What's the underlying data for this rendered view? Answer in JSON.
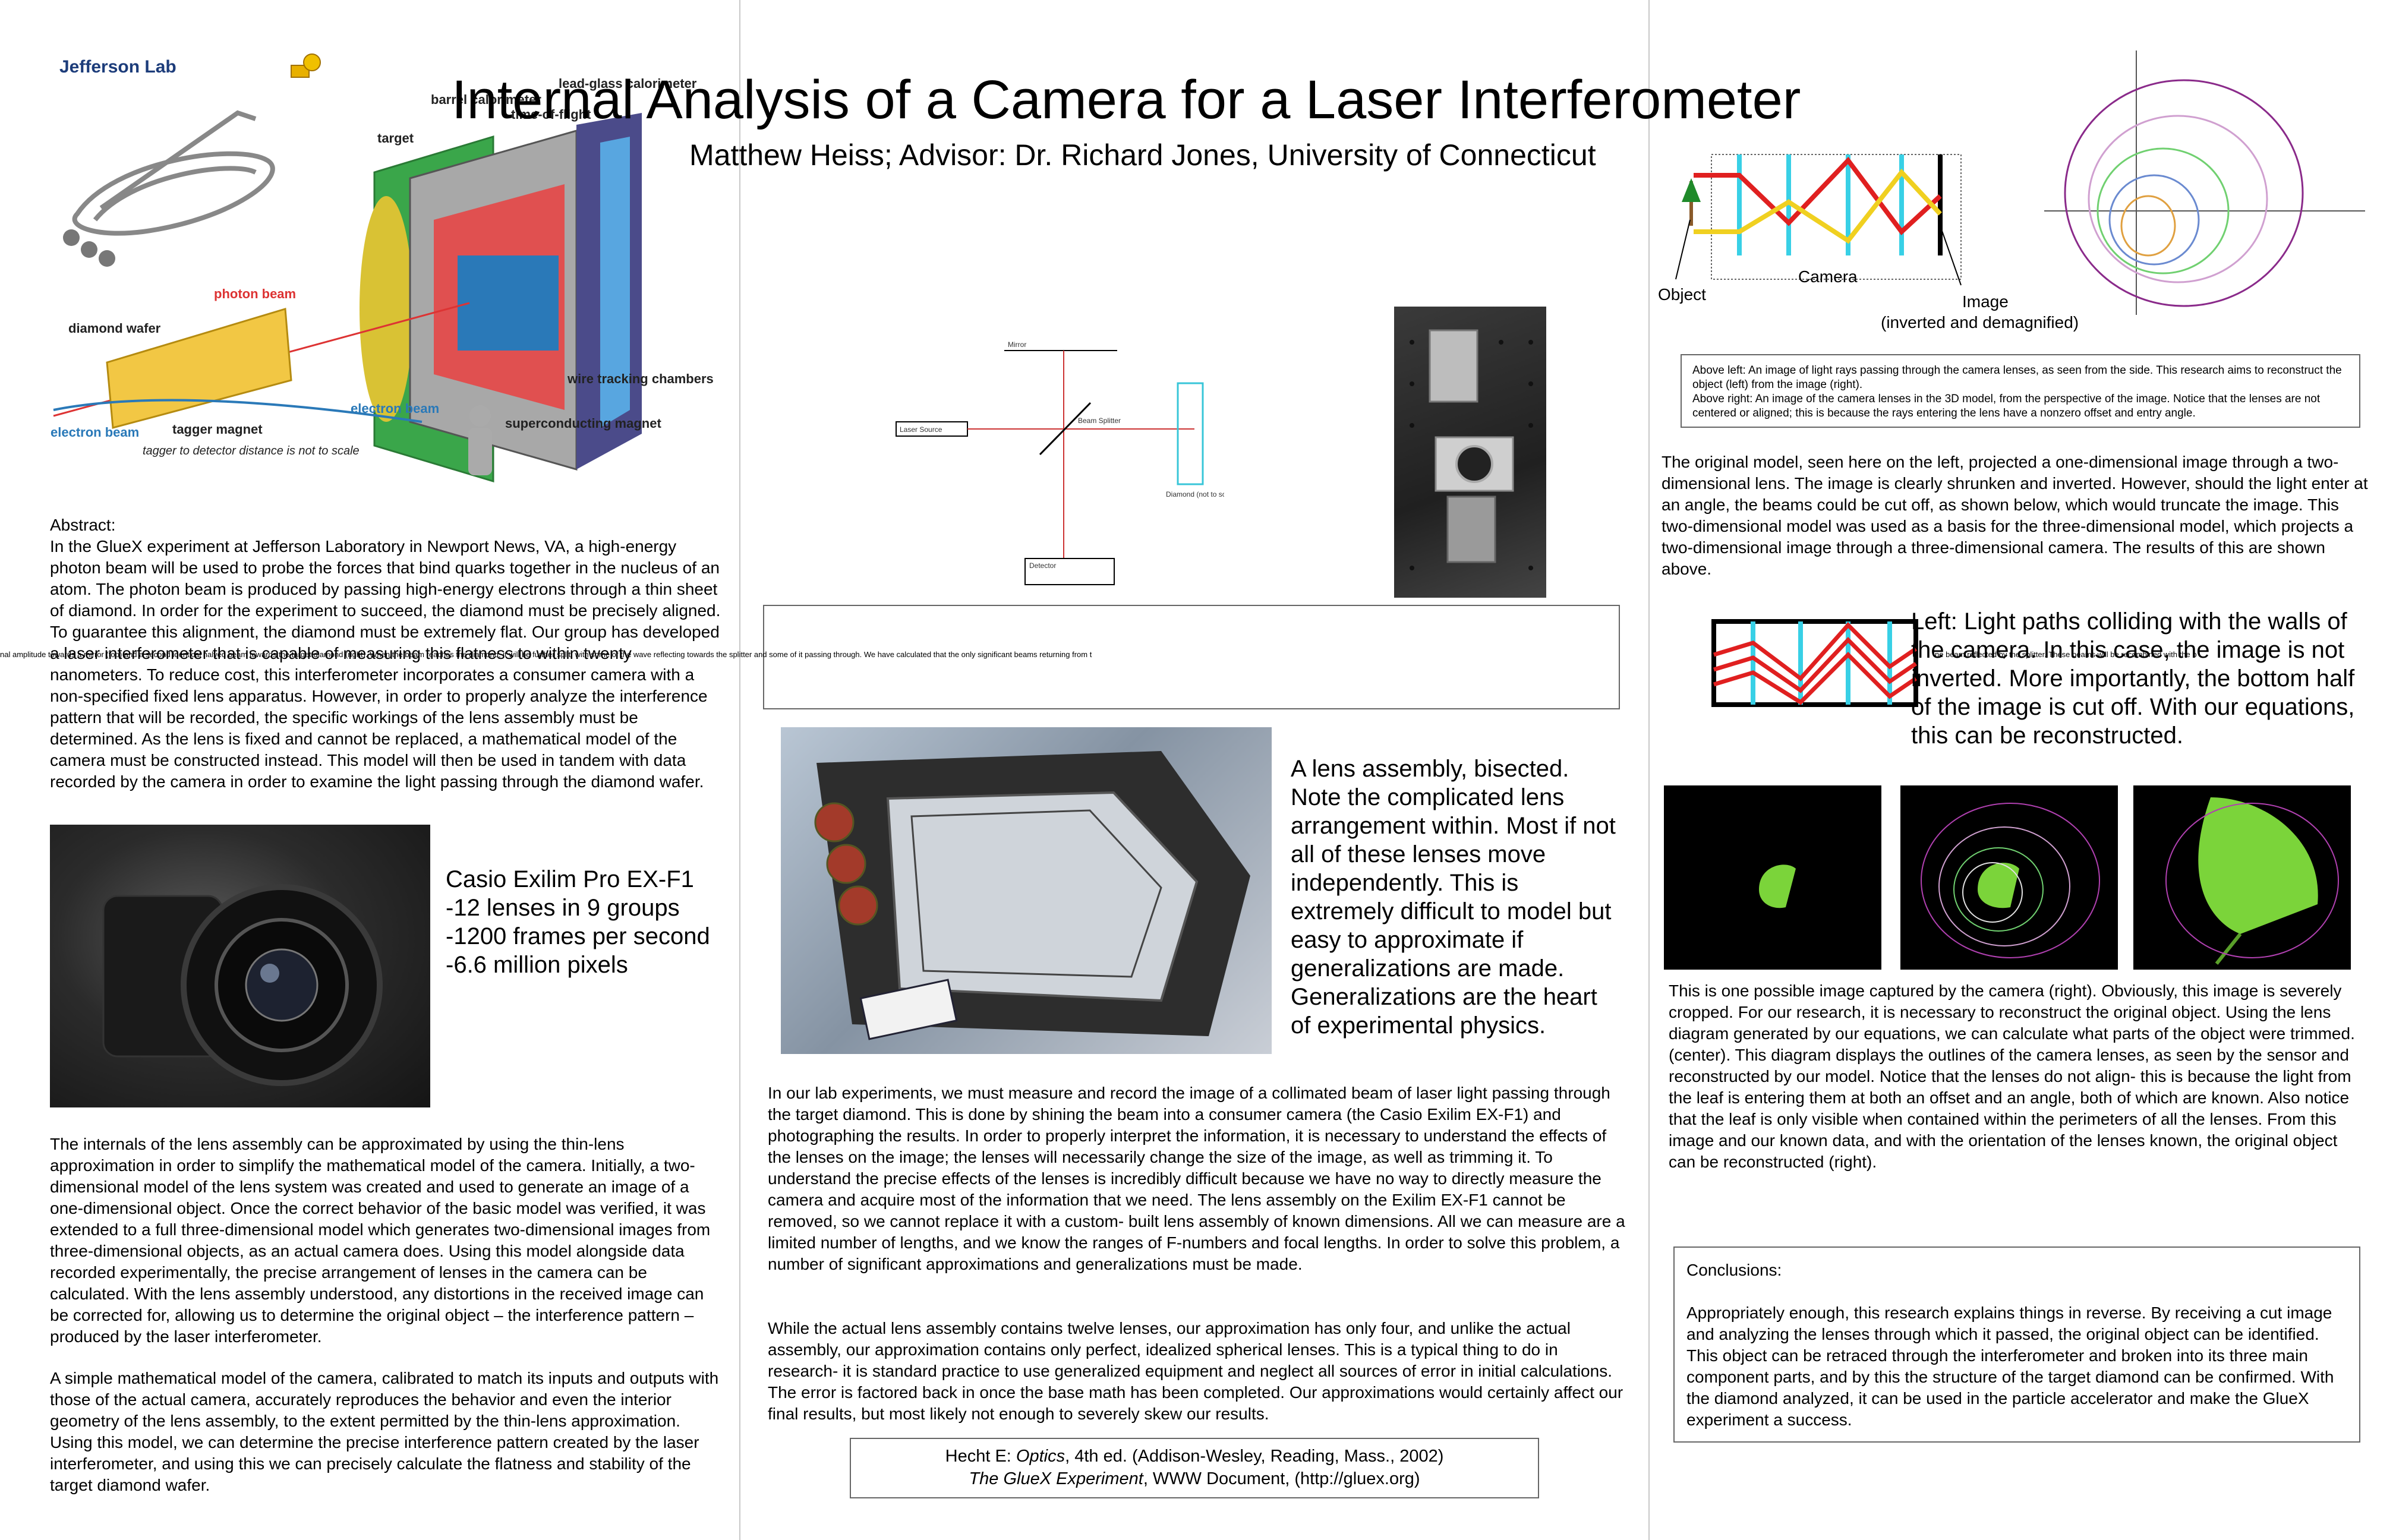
{
  "header": {
    "title": "Internal Analysis of a Camera for a Laser Interferometer",
    "subtitle": "Matthew Heiss; Advisor: Dr. Richard Jones, University of Connecticut"
  },
  "detector_figure": {
    "logo": "Jefferson Lab",
    "labels": {
      "lead_glass": "lead-glass calorimeter",
      "barrel": "barrel calorimeter",
      "tof": "time-of-flight",
      "target": "target",
      "photon_beam": "photon beam",
      "diamond_wafer": "diamond wafer",
      "wire_chambers": "wire tracking chambers",
      "electron_beam_left": "electron beam",
      "electron_beam_right": "electron beam",
      "tagger_magnet": "tagger magnet",
      "tagger_note": "tagger to detector distance is not to scale",
      "superconducting": "superconducting magnet"
    }
  },
  "abstract": {
    "heading": "Abstract:",
    "text": "In the GlueX experiment at Jefferson Laboratory in Newport News, VA, a high-energy photon beam will be used to probe the forces that bind quarks together in the nucleus of an atom. The photon beam is produced by passing high-energy electrons through a thin sheet of diamond. In order for the experiment to succeed, the diamond must be precisely aligned. To guarantee this alignment, the diamond must be extremely flat. Our group has developed a laser interferometer that is capable of measuring this flatness to within twenty nanometers. To reduce cost, this interferometer incorporates a consumer camera with a non-specified fixed lens apparatus. However, in order to properly analyze the interference pattern that will be recorded, the specific workings of the lens assembly must be determined. As the lens is fixed and cannot be replaced, a mathematical model of the camera must be constructed instead. This model will then be used in tandem with data recorded by the camera in order to examine the light passing through the diamond wafer."
  },
  "camera_specs": {
    "lines": [
      "Casio Exilim Pro EX-F1",
      "-12 lenses in 9 groups",
      "-1200 frames per second",
      "-6.6 million pixels"
    ]
  },
  "col1_text": {
    "p1": "The internals of the lens assembly can be approximated by using the thin-lens approximation in order to simplify the mathematical model of the camera. Initially, a two-dimensional model of the lens system was created and used to generate an image of a one-dimensional object. Once the correct behavior of the basic model was verified, it was extended to a full three-dimensional model which generates two-dimensional images from three-dimensional objects, as an actual camera does. Using this model alongside data recorded experimentally, the precise arrangement of lenses in the camera can be calculated. With the lens assembly understood, any distortions in the received image can be corrected for, allowing us to determine the original object – the interference pattern – produced by the laser interferometer.",
    "p2": "A simple mathematical model of the camera, calibrated to match its inputs and outputs with those of the actual camera, accurately reproduces the behavior and even the interior geometry of the lens assembly, to the extent permitted by the thin-lens approximation. Using this model, we can determine the precise interference pattern created by the laser interferometer, and using this we can precisely calculate the flatness and stability of the target diamond wafer."
  },
  "interferometer": {
    "mirror": "Mirror",
    "laser": "Laser Source",
    "splitter": "Beam Splitter",
    "diamond": "Diamond (not to scale)",
    "detector": "Detector"
  },
  "overflow_caption": {
    "left_fragment": "nal amplitude towards a mirror (top) and a second identical halved beam towards the target diamond (right). When the beam reaches the diamond, it will be further split, with some of the wave reflecting towards the splitter and some of it passing through. We have calculated that the only significant beams returning from t",
    "right_fragment": "ne beam reflected by the splitter. These beams will be recombined with the b"
  },
  "lens_assembly": {
    "caption": "A lens assembly, bisected. Note the complicated lens arrangement within. Most if not all of these lenses move independently. This is extremely difficult to model but easy to approximate if generalizations are made. Generalizations are the heart of experimental physics."
  },
  "col2_text": {
    "p1": "In our lab experiments, we must measure and record the image of a collimated beam of laser light passing through the target diamond. This is done by shining the beam into a consumer camera (the Casio Exilim EX-F1) and photographing the results. In order to properly interpret the information, it is necessary to understand the effects of the lenses on the image; the lenses will necessarily change the size of the image, as well as trimming it. To understand the precise effects of the lenses is incredibly difficult because we have no way to directly measure the camera and acquire most of the information that we need. The lens assembly on the Exilim EX-F1 cannot be removed, so we cannot replace it with a custom- built lens assembly of known dimensions. All we can measure are a limited number of lengths, and we know the ranges of F-numbers and focal lengths. In order to solve this problem, a number of significant approximations and generalizations must be made.",
    "p2": "While the actual lens assembly contains twelve lenses, our approximation has only four, and unlike the actual assembly, our approximation contains only perfect, idealized spherical lenses. This is a typical thing to do in research- it is standard practice to use generalized equipment and neglect all sources of error in initial calculations. The error is factored back in once the base math has been completed. Our approximations would certainly affect our final results, but most likely not enough to severely skew our results."
  },
  "references": {
    "ref1_pre": "Hecht E: ",
    "ref1_title": "Optics",
    "ref1_post": ", 4th ed. (Addison-Wesley, Reading, Mass., 2002)",
    "ref2_title": "The GlueX Experiment",
    "ref2_post": ", WWW Document, (http://gluex.org)"
  },
  "ray_diagram": {
    "object": "Object",
    "camera": "Camera",
    "image": "Image",
    "image_note": "(inverted and demagnified)"
  },
  "above_caption": {
    "left": "Above left: An image of light rays passing through the camera lenses, as seen from the side. This research aims to reconstruct the object (left) from the image (right).",
    "right": "Above right: An image of the camera lenses in the 3D model, from the perspective of the image. Notice that the lenses are not centered or aligned; this is because the rays entering the lens have a nonzero offset and entry angle."
  },
  "col3_text": {
    "p1": "The original model, seen here on the left, projected a one-dimensional image through a two-dimensional lens. The image is clearly shrunken and inverted. However, should the light enter at an angle, the beams could be cut off, as shown below, which would truncate the image. This two-dimensional model was used as a basis for the three-dimensional model, which projects a two-dimensional image through a three-dimensional camera. The results of this are shown above.",
    "light_paths": "Left: Light paths colliding with the walls of the camera. In this case, the image is not inverted. More importantly, the bottom half of the image is cut off. With our equations, this can be reconstructed.",
    "p2": "This is one possible image captured by the camera (right). Obviously, this image is severely cropped. For our research, it is necessary to reconstruct the original object. Using the lens diagram generated by our equations, we can calculate what parts of the object were trimmed. (center). This diagram displays the outlines of the camera lenses, as seen by the sensor and reconstructed by our model. Notice that the lenses do not align- this is because the light from the leaf is entering them at both an offset and an angle, both of which are known. Also notice that the leaf is only visible when contained within the perimeters of all the lenses. From this image and our known data, and with the orientation of the lenses known, the original object can be reconstructed (right)."
  },
  "conclusions": {
    "heading": "Conclusions:",
    "text": "Appropriately enough, this research explains things in reverse. By receiving a cut image and analyzing the lenses through which it passed, the original object can be identified. This object can be retraced through the interferometer and broken into its three main component parts, and by this the structure of the target diamond can be confirmed. With the diamond analyzed, it can be used in the particle accelerator and make the GlueX experiment a success."
  }
}
